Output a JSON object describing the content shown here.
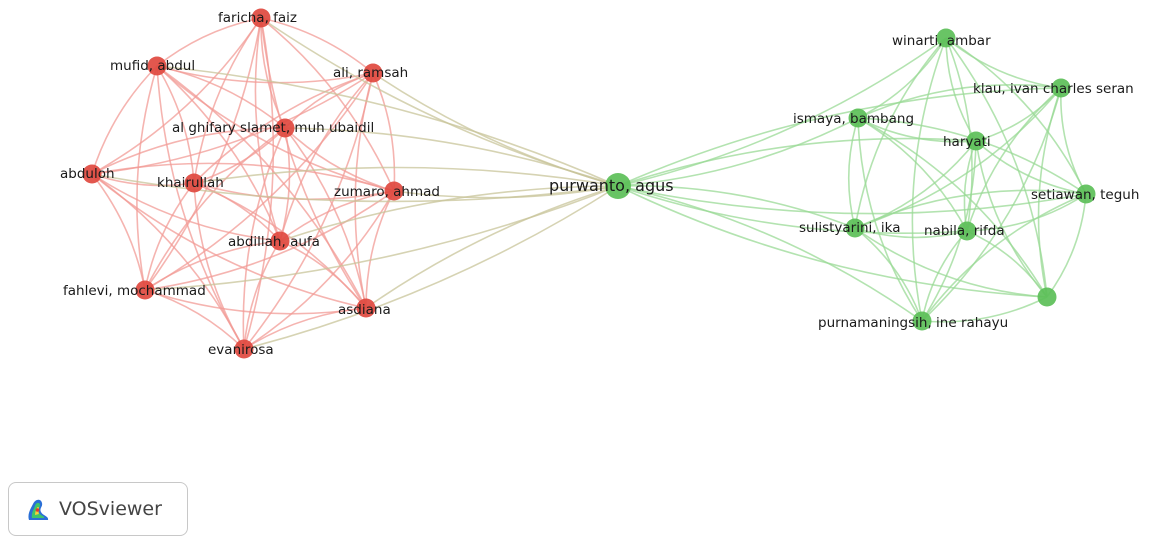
{
  "app": {
    "badge_label": "VOSviewer"
  },
  "colors": {
    "red_cluster": "#e0493f",
    "green_cluster": "#5cbf58",
    "red_edge": "#f19b95",
    "green_edge": "#9ad996",
    "mixed_edge": "#c8c49a"
  },
  "clusters": [
    {
      "id": 1,
      "color": "#e0493f",
      "edge_color": "#f19b95"
    },
    {
      "id": 2,
      "color": "#5cbf58",
      "edge_color": "#9ad996"
    }
  ],
  "nodes": [
    {
      "id": "faricha",
      "label": "faricha, faiz",
      "cluster": 1
    },
    {
      "id": "mufid",
      "label": "mufid, abdul",
      "cluster": 1
    },
    {
      "id": "ali",
      "label": "ali, ramsah",
      "cluster": 1
    },
    {
      "id": "alghifary",
      "label": "al ghifary slamet, muh ubaidil",
      "cluster": 1
    },
    {
      "id": "abduloh",
      "label": "abduloh",
      "cluster": 1
    },
    {
      "id": "khairullah",
      "label": "khairullah",
      "cluster": 1
    },
    {
      "id": "zumaro",
      "label": "zumaro, ahmad",
      "cluster": 1
    },
    {
      "id": "abdillah",
      "label": "abdillah, aufa",
      "cluster": 1
    },
    {
      "id": "fahlevi",
      "label": "fahlevi, mochammad",
      "cluster": 1
    },
    {
      "id": "asdiana",
      "label": "asdiana",
      "cluster": 1
    },
    {
      "id": "evanirosa",
      "label": "evanirosa",
      "cluster": 1
    },
    {
      "id": "purwanto",
      "label": "purwanto, agus",
      "cluster": 2,
      "weight": "large"
    },
    {
      "id": "winarti",
      "label": "winarti, ambar",
      "cluster": 2
    },
    {
      "id": "klau",
      "label": "klau, ivan charles seran",
      "cluster": 2
    },
    {
      "id": "ismaya",
      "label": "ismaya, bambang",
      "cluster": 2
    },
    {
      "id": "haryati",
      "label": "haryati",
      "cluster": 2
    },
    {
      "id": "setiawan",
      "label": "setiawan, teguh",
      "cluster": 2
    },
    {
      "id": "sulistyarini",
      "label": "sulistyarini, ika",
      "cluster": 2
    },
    {
      "id": "nabila",
      "label": "nabila, rifda",
      "cluster": 2
    },
    {
      "id": "purnamaningsih",
      "label": "purnamaningsih, ine rahayu",
      "cluster": 2
    },
    {
      "id": "unlabeled",
      "label": "",
      "cluster": 2
    }
  ]
}
